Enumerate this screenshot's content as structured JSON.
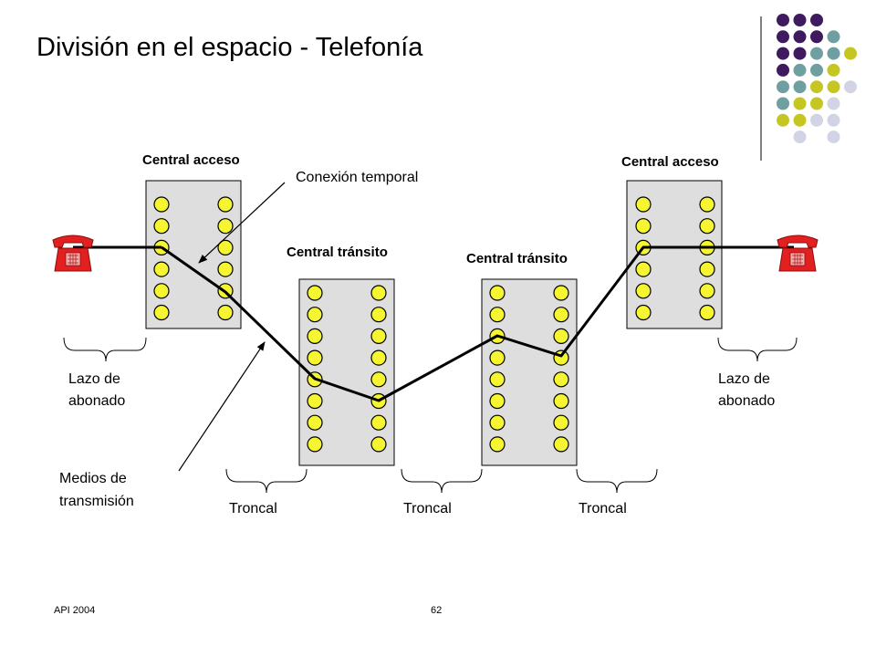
{
  "slide": {
    "title": "División en el espacio - Telefonía",
    "footer_left": "API 2004",
    "page_number": "62"
  },
  "colors": {
    "purple": "#3e1a5e",
    "teal": "#6f9fa0",
    "olive": "#c6c623",
    "lavender": "#d3d3e6",
    "panel": "#dedede",
    "port": "#f5f532",
    "phone": "#e32020"
  },
  "decor_dots": [
    [
      "purple",
      "purple",
      "purple",
      "",
      ""
    ],
    [
      "purple",
      "purple",
      "purple",
      "teal",
      ""
    ],
    [
      "purple",
      "purple",
      "teal",
      "teal",
      "olive"
    ],
    [
      "purple",
      "teal",
      "teal",
      "olive",
      ""
    ],
    [
      "teal",
      "teal",
      "olive",
      "olive",
      "lavender"
    ],
    [
      "teal",
      "olive",
      "olive",
      "lavender",
      ""
    ],
    [
      "olive",
      "olive",
      "lavender",
      "lavender",
      ""
    ],
    [
      "",
      "lavender",
      "",
      "lavender",
      ""
    ]
  ],
  "diagram": {
    "labels": {
      "access_left": "Central acceso",
      "access_right": "Central acceso",
      "transit_left": "Central tránsito",
      "transit_right": "Central tránsito",
      "temporary_connection": "Conexión temporal",
      "subscriber_loop_left_1": "Lazo de",
      "subscriber_loop_left_2": "abonado",
      "subscriber_loop_right_1": "Lazo de",
      "subscriber_loop_right_2": "abonado",
      "transmission_media_1": "Medios de",
      "transmission_media_2": "transmisión",
      "trunk_1": "Troncal",
      "trunk_2": "Troncal",
      "trunk_3": "Troncal"
    },
    "access_rows": 6,
    "transit_rows": 8
  }
}
